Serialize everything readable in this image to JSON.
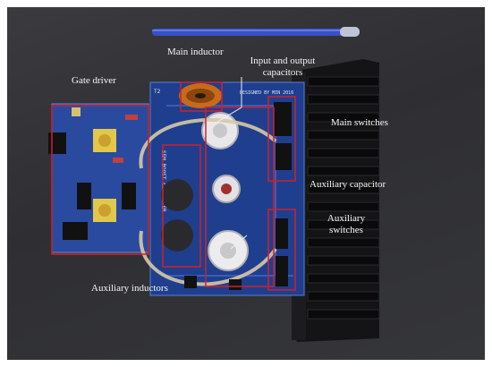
{
  "board": {
    "silkscreen_top": "DESIGNED BY MIN 2016",
    "silkscreen_side": "SEM BOOST CONVERTER",
    "silkscreen_t2": "T2"
  },
  "labels": {
    "main_inductor": "Main inductor",
    "input_output_caps": "Input and output capacitors",
    "gate_driver": "Gate driver",
    "main_switches": "Main switches",
    "auxiliary_capacitor": "Auxiliary capacitor",
    "auxiliary_switches": "Auxiliary switches",
    "auxiliary_inductors": "Auxiliary inductors"
  },
  "colors": {
    "annotation_box": "#d0202a",
    "pcb_blue": "#1f3f8e",
    "pcb_gate": "#2a4aa0",
    "heatsink": "#141416",
    "label_text": "#f4f4f4",
    "pen": "#3850c8"
  }
}
